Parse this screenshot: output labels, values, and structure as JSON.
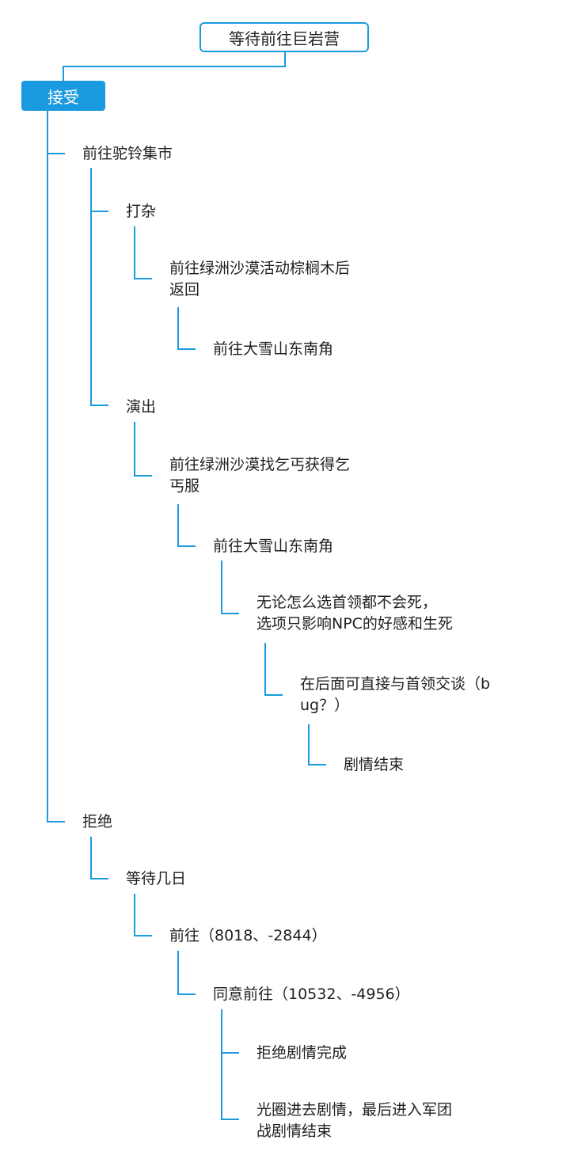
{
  "diagram": {
    "root": "等待前往巨岩营",
    "accept": {
      "label": "接受",
      "go_camel_bell": "前往驼铃集市",
      "odd_jobs": {
        "label": "打杂",
        "step1": [
          "前往绿洲沙漠活动棕榈木后",
          "返回"
        ],
        "step2": "前往大雪山东南角"
      },
      "perform": {
        "label": "演出",
        "step1": [
          "前往绿洲沙漠找乞丐获得乞",
          "丐服"
        ],
        "step2": "前往大雪山东南角",
        "step3": [
          "无论怎么选首领都不会死，",
          "选项只影响NPC的好感和生死"
        ],
        "step4": [
          "在后面可直接与首领交谈（b",
          "ug？）"
        ],
        "step5": "剧情结束"
      }
    },
    "reject": {
      "label": "拒绝",
      "wait": "等待几日",
      "go": "前往（8018、-2844）",
      "agree": "同意前往（10532、-4956）",
      "end1": "拒绝剧情完成",
      "end2": [
        "光圈进去剧情，最后进入军团",
        "战剧情结束"
      ]
    }
  },
  "colors": {
    "line": "#1a9ae0",
    "accent": "#1a9ae0",
    "text": "#1f1f1f"
  }
}
